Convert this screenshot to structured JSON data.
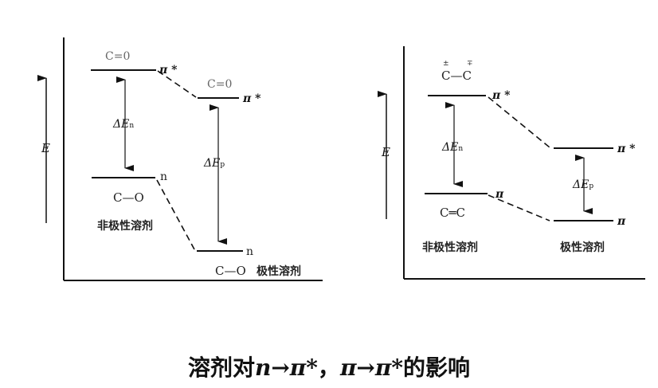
{
  "left_diagram": {
    "axis_label": "E",
    "nonpolar": {
      "pi_star_molecule": "C=0",
      "pi_star_label": "π *",
      "n_label": "n",
      "n_molecule": "C—O",
      "delta": "ΔE",
      "delta_sub": "n",
      "solvent": "非极性溶剂"
    },
    "polar": {
      "pi_star_molecule": "C=0",
      "pi_star_label": "π *",
      "n_label": "n",
      "n_molecule": "C—O",
      "delta": "ΔE",
      "delta_sub": "p",
      "solvent": "极性溶剂"
    }
  },
  "right_diagram": {
    "axis_label": "E",
    "nonpolar": {
      "pi_star_molecule": "C—C",
      "charges": [
        "±",
        "∓"
      ],
      "pi_star_label": "π *",
      "pi_label": "π",
      "pi_molecule": "C═C",
      "delta": "ΔE",
      "delta_sub": "n",
      "solvent": "非极性溶剂"
    },
    "polar": {
      "pi_star_label": "π *",
      "pi_label": "π",
      "delta": "ΔE",
      "delta_sub": "p",
      "solvent": "极性溶剂"
    }
  },
  "caption": {
    "prefix": "溶剂对",
    "n": "n",
    "part1": "→π*",
    "sep": "，",
    "part2": "π→π*",
    "suffix": "的影响"
  }
}
